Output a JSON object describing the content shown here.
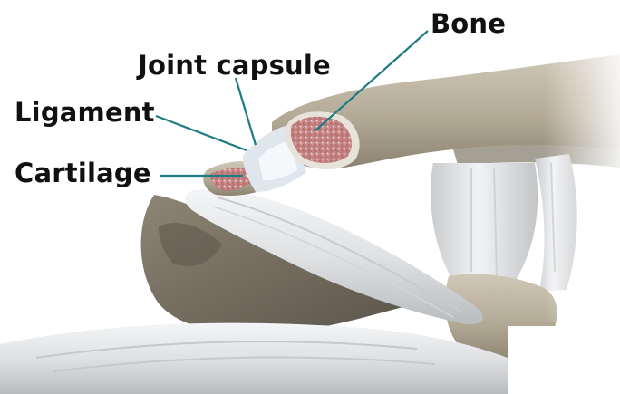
{
  "labels": {
    "bone": "Bone",
    "joint_capsule": "Joint capsule",
    "ligament": "Ligament",
    "cartilage": "Cartilage"
  },
  "colors": {
    "background": "#ffffff",
    "bone": "#b9b19f",
    "bone_shadow": "#7d7566",
    "marrow": "#c98a8a",
    "cartilage": "#e9eef2",
    "ligament": "#e4e6e8",
    "leader_line": "#1c7c84",
    "label_text": "#111111"
  }
}
